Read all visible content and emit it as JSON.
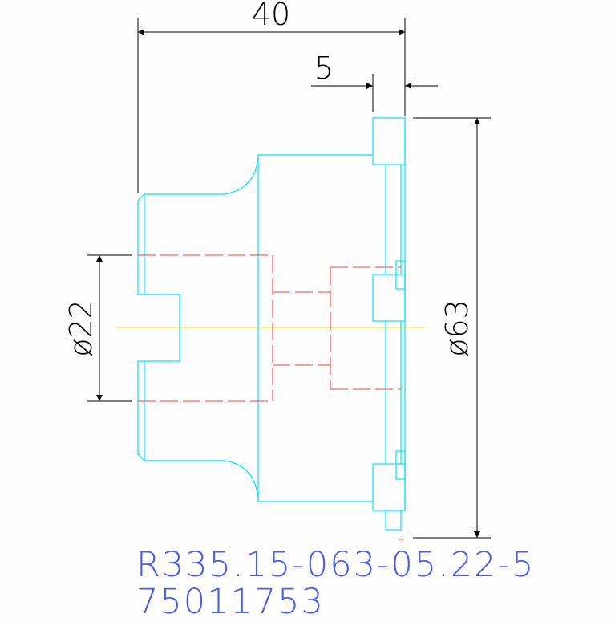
{
  "dimensions": {
    "length": "40",
    "flange": "5",
    "bore_diameter": "ø22",
    "outer_diameter": "ø63"
  },
  "title_block": {
    "code": "R335.15-063-05.22-5",
    "item_number": "75011753"
  },
  "colors": {
    "outline": "#00e5ff",
    "hidden_lines": "#e8463a",
    "centerline": "#f0e000",
    "dimensions": "#000000",
    "text": "#4a5ee8"
  }
}
